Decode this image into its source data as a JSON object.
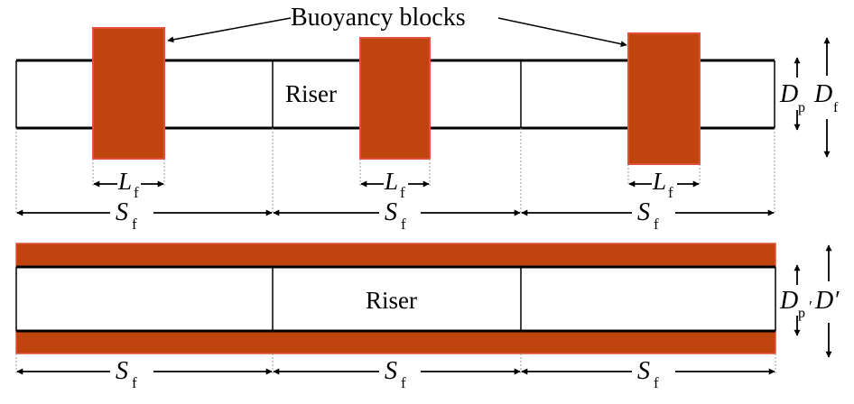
{
  "colors": {
    "block_fill": "#C0440E",
    "block_stroke": "#E0503A",
    "line": "#000000",
    "guide": "#999999",
    "background": "#FFFFFF"
  },
  "top_figure": {
    "callout": "Buoyancy blocks",
    "riser_label": "Riser",
    "block_length": {
      "symbol": "L",
      "subscript": "f"
    },
    "spacing": {
      "symbol": "S",
      "subscript": "f"
    },
    "pipe_diameter": {
      "symbol": "D",
      "subscript": "p"
    },
    "block_diameter": {
      "symbol": "D",
      "subscript": "f"
    }
  },
  "bottom_figure": {
    "riser_label": "Riser",
    "spacing": {
      "symbol": "S",
      "subscript": "f"
    },
    "pipe_diameter": {
      "symbol": "D",
      "subscript": "p"
    },
    "equivalent_diameter": {
      "symbol": "D′"
    }
  }
}
